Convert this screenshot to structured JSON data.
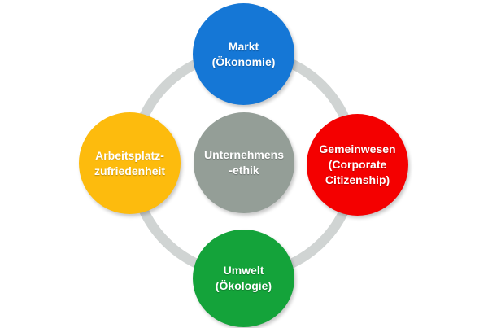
{
  "diagram": {
    "ring_color": "#d0d4d3",
    "nodes": {
      "top": {
        "label": "Markt\n(Ökonomie)",
        "color": "#1577d6"
      },
      "left": {
        "label": "Arbeitsplatz-\nzufriedenheit",
        "color": "#fdbb0d"
      },
      "center": {
        "label": "Unternehmens\n-ethik",
        "color": "#949e97"
      },
      "right": {
        "label": "Gemeinwesen\n(Corporate\nCitizenship)",
        "color": "#f40000"
      },
      "bottom": {
        "label": "Umwelt\n(Ökologie)",
        "color": "#14a33a"
      }
    }
  }
}
